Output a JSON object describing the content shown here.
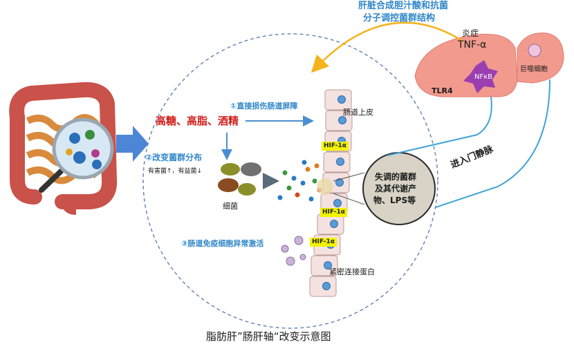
{
  "diagram": {
    "caption": "脂肪肝”肠肝轴“改变示意图",
    "top_note": [
      "肝脏合成胆汁酸和抗菌",
      "分子调控菌群结构"
    ],
    "liver": {
      "inflammation": "炎症",
      "tnf": "TNF-α",
      "nfkb": "NFκB",
      "tlr4": "TLR4",
      "macrophage": "巨噬细胞"
    },
    "portal_vein": "进入门静脉",
    "factors": "高糖、高脂、酒精",
    "step1": "①直接损伤肠道屏障",
    "step2": "②改变菌群分布",
    "step2_sub": "有害菌↑，有益菌↓",
    "step3": "③肠道免疫细胞异常激活",
    "bacteria": "细菌",
    "epithelium": "肠道上皮",
    "tight_junction": "紧密连接蛋白",
    "hif": "HIF-1α",
    "dysbiosis": [
      "失调的菌群",
      "及其代谢产",
      "物、LPS等"
    ],
    "colors": {
      "blue_text": "#2f86c8",
      "red_text": "#d0201c",
      "liver": "#f29a8e",
      "arrow_yellow": "#f5b41c",
      "arrow_blue": "#4a8fd0"
    }
  }
}
